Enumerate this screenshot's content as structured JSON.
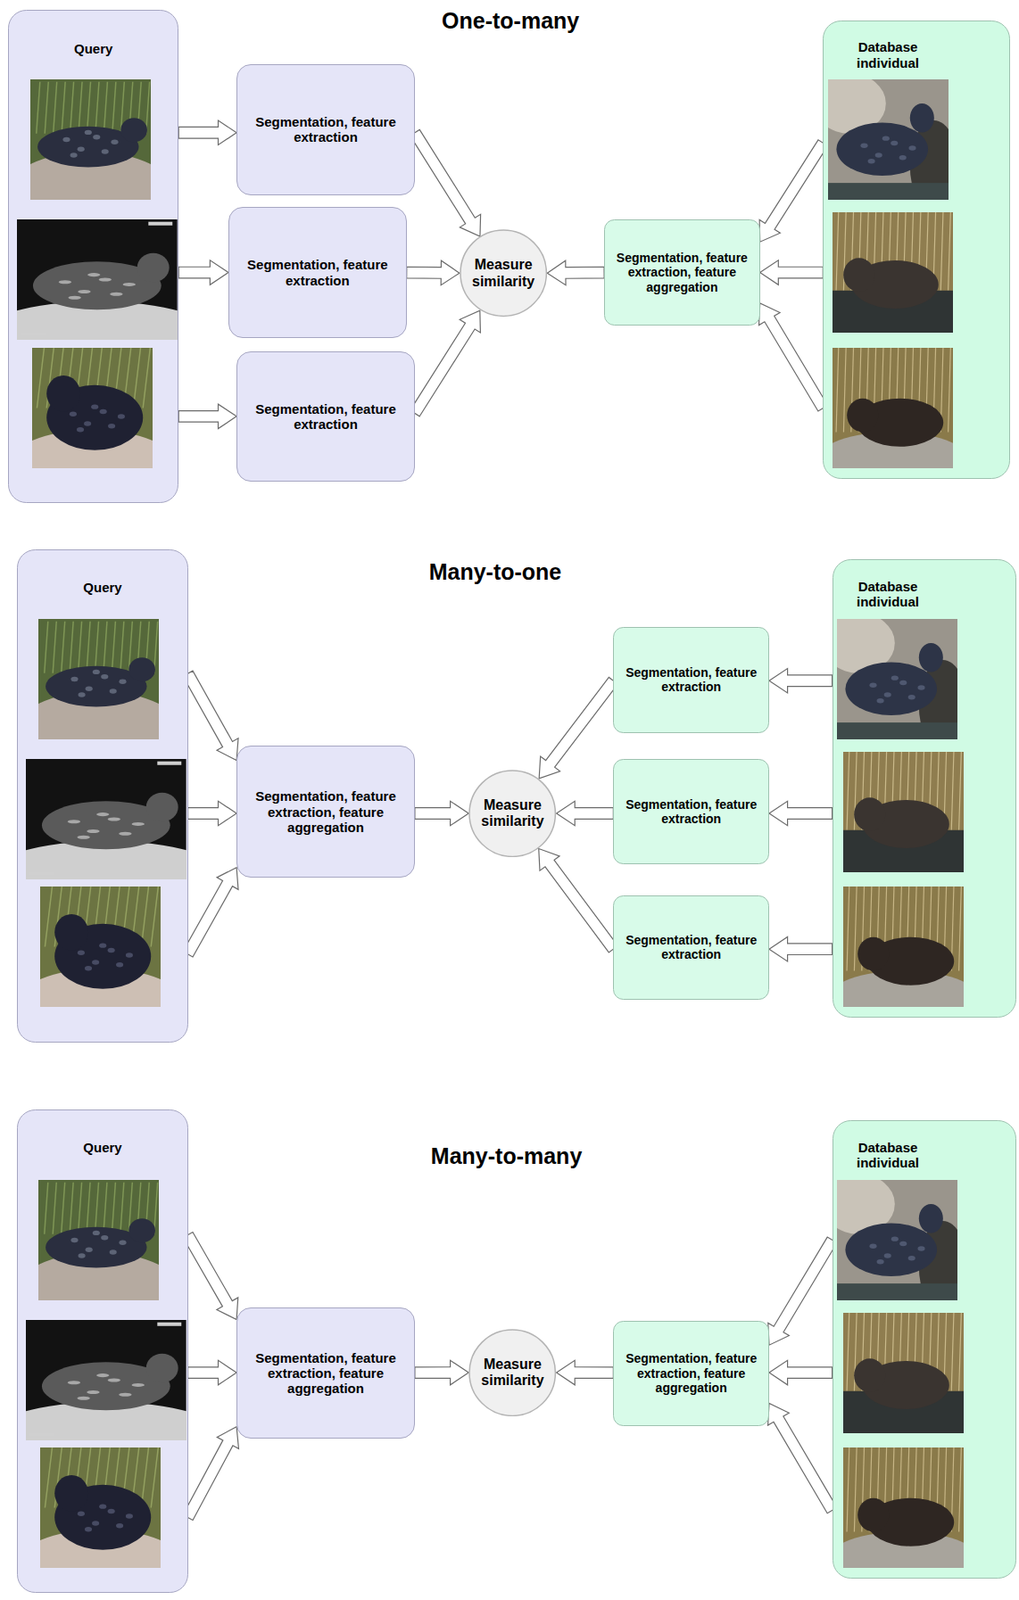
{
  "diagram": {
    "nodes": [
      {
        "text": [
          "Query"
        ]
      },
      {
        "text": [
          "Segmentation, feature extraction"
        ]
      },
      {
        "text": [
          "Segmentation, feature extraction"
        ]
      },
      {
        "text": [
          "Segmentation, feature extraction"
        ]
      },
      {
        "text": [
          "Measure similarity"
        ]
      },
      {
        "text": [
          "Segmentation, feature extraction, feature aggregation"
        ]
      },
      {
        "text": [
          "Database individual"
        ]
      },
      {
        "text": [
          "Query"
        ]
      },
      {
        "text": [
          "Segmentation, feature extraction, feature aggregation"
        ]
      },
      {
        "text": [
          "Measure similarity"
        ]
      },
      {
        "text": [
          "Segmentation, feature extraction"
        ]
      },
      {
        "text": [
          "Segmentation, feature extraction"
        ]
      },
      {
        "text": [
          "Segmentation, feature extraction"
        ]
      },
      {
        "text": [
          "Database individual"
        ]
      },
      {
        "text": [
          "Query"
        ]
      },
      {
        "text": [
          "Segmentation, feature extraction, feature aggregation"
        ]
      },
      {
        "text": [
          "Measure similarity"
        ]
      },
      {
        "text": [
          "Segmentation, feature extraction, feature aggregation"
        ]
      },
      {
        "text": [
          "Database individual"
        ]
      }
    ],
    "edges": [
      {
        "from": 0,
        "to": 1,
        "arrow": "to"
      },
      {
        "from": 0,
        "to": 2,
        "arrow": "to"
      },
      {
        "from": 0,
        "to": 3,
        "arrow": "to"
      },
      {
        "from": 1,
        "to": 4,
        "arrow": "to"
      },
      {
        "from": 2,
        "to": 4,
        "arrow": "to"
      },
      {
        "from": 3,
        "to": 4,
        "arrow": "to"
      },
      {
        "from": 6,
        "to": 5,
        "arrow": "to"
      },
      {
        "from": 6,
        "to": 5,
        "arrow": "to"
      },
      {
        "from": 6,
        "to": 5,
        "arrow": "to"
      },
      {
        "from": 5,
        "to": 4,
        "arrow": "to"
      },
      {
        "from": 7,
        "to": 8,
        "arrow": "to"
      },
      {
        "from": 7,
        "to": 8,
        "arrow": "to"
      },
      {
        "from": 7,
        "to": 8,
        "arrow": "to"
      },
      {
        "from": 8,
        "to": 9,
        "arrow": "to"
      },
      {
        "from": 13,
        "to": 10,
        "arrow": "to"
      },
      {
        "from": 13,
        "to": 11,
        "arrow": "to"
      },
      {
        "from": 13,
        "to": 12,
        "arrow": "to"
      },
      {
        "from": 10,
        "to": 9,
        "arrow": "to"
      },
      {
        "from": 11,
        "to": 9,
        "arrow": "to"
      },
      {
        "from": 12,
        "to": 9,
        "arrow": "to"
      },
      {
        "from": 14,
        "to": 15,
        "arrow": "to"
      },
      {
        "from": 14,
        "to": 15,
        "arrow": "to"
      },
      {
        "from": 14,
        "to": 15,
        "arrow": "to"
      },
      {
        "from": 15,
        "to": 16,
        "arrow": "to"
      },
      {
        "from": 18,
        "to": 17,
        "arrow": "to"
      },
      {
        "from": 18,
        "to": 17,
        "arrow": "to"
      },
      {
        "from": 18,
        "to": 17,
        "arrow": "to"
      },
      {
        "from": 17,
        "to": 16,
        "arrow": "to"
      }
    ],
    "labels": [
      "One-to-many",
      "Many-to-one",
      "Many-to-many"
    ]
  }
}
